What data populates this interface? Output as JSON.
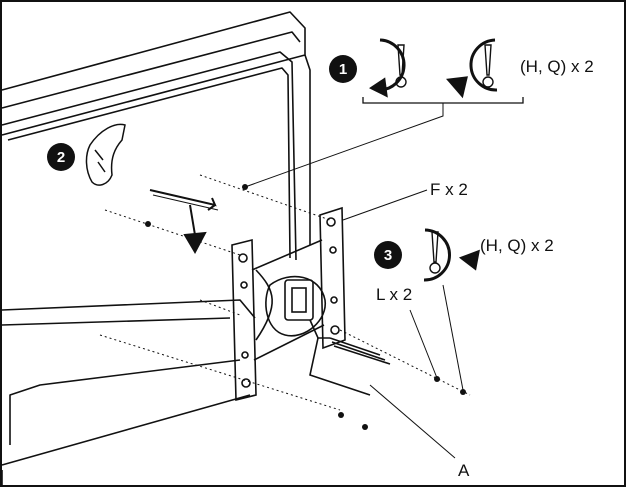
{
  "steps": [
    {
      "number": "1",
      "label": "(H, Q) x 2"
    },
    {
      "number": "2"
    },
    {
      "number": "3",
      "label": "(H, Q) x 2"
    }
  ],
  "callouts": {
    "f": "F x 2",
    "l": "L x 2",
    "a": "A"
  },
  "icons": [
    "screwdriver-icon",
    "rotate-clockwise-icon",
    "rotate-counterclockwise-icon",
    "hand-icon",
    "arrow-icon"
  ],
  "colors": {
    "ink": "#111111",
    "background": "#ffffff"
  }
}
